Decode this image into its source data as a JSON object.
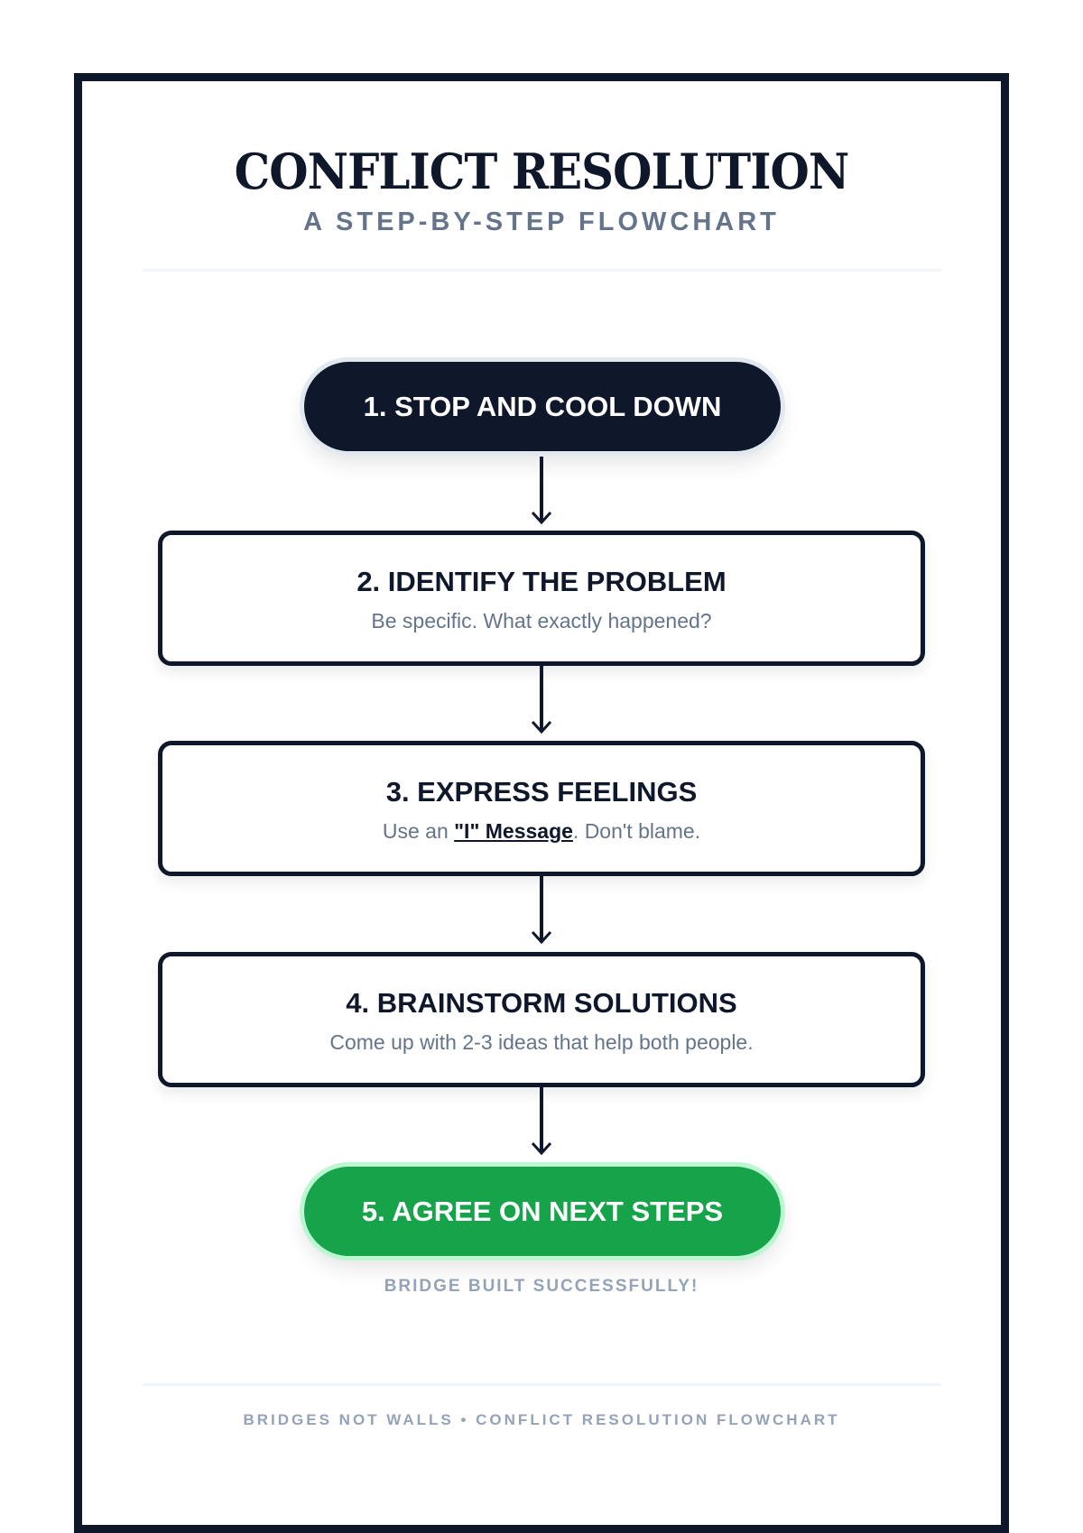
{
  "header": {
    "title": "CONFLICT RESOLUTION",
    "subtitle": "A STEP-BY-STEP FLOWCHART"
  },
  "steps": [
    {
      "label": "1. STOP AND COOL DOWN"
    },
    {
      "label": "2. IDENTIFY THE PROBLEM",
      "desc": "Be specific. What exactly happened?"
    },
    {
      "label": "3. EXPRESS FEELINGS",
      "desc_before": "Use an ",
      "desc_emphasis": "\"I\" Message",
      "desc_after": ". Don't blame."
    },
    {
      "label": "4. BRAINSTORM SOLUTIONS",
      "desc": "Come up with 2-3 ideas that help both people."
    },
    {
      "label": "5. AGREE ON NEXT STEPS"
    }
  ],
  "caption": "BRIDGE BUILT SUCCESSFULLY!",
  "footer": "BRIDGES NOT WALLS • CONFLICT RESOLUTION FLOWCHART",
  "colors": {
    "dark": "#0f172a",
    "green": "#16a34a",
    "muted": "#64748b"
  }
}
